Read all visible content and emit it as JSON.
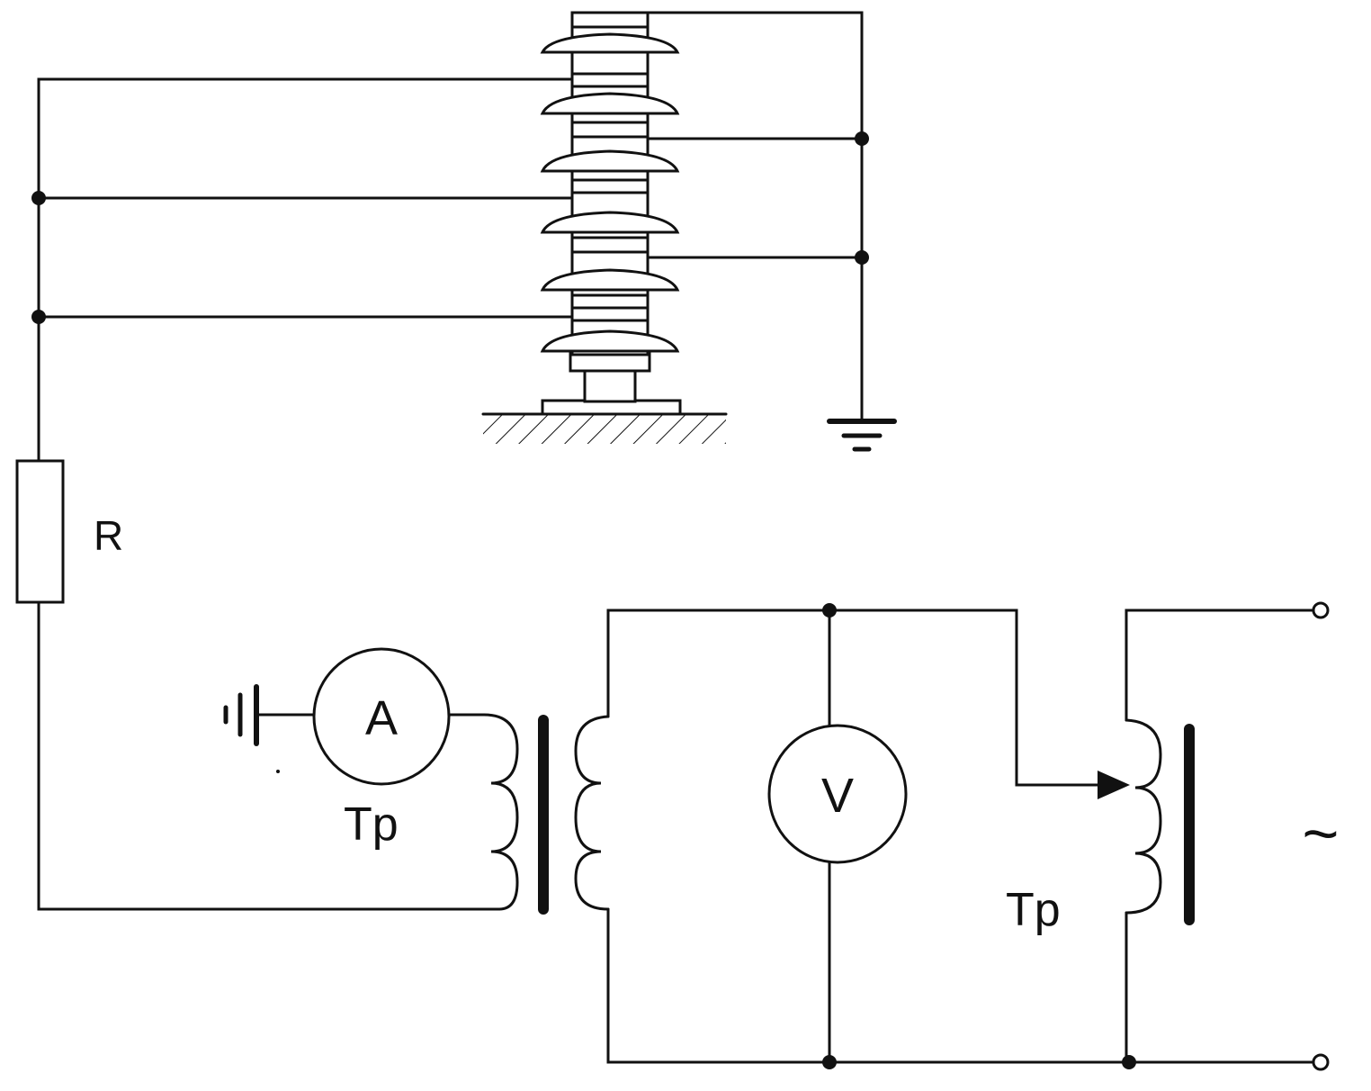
{
  "labels": {
    "resistor": "R",
    "ammeter": "A",
    "voltmeter": "V",
    "transformer_left": "Tp",
    "transformer_right": "Tp",
    "ac_source": "~"
  }
}
